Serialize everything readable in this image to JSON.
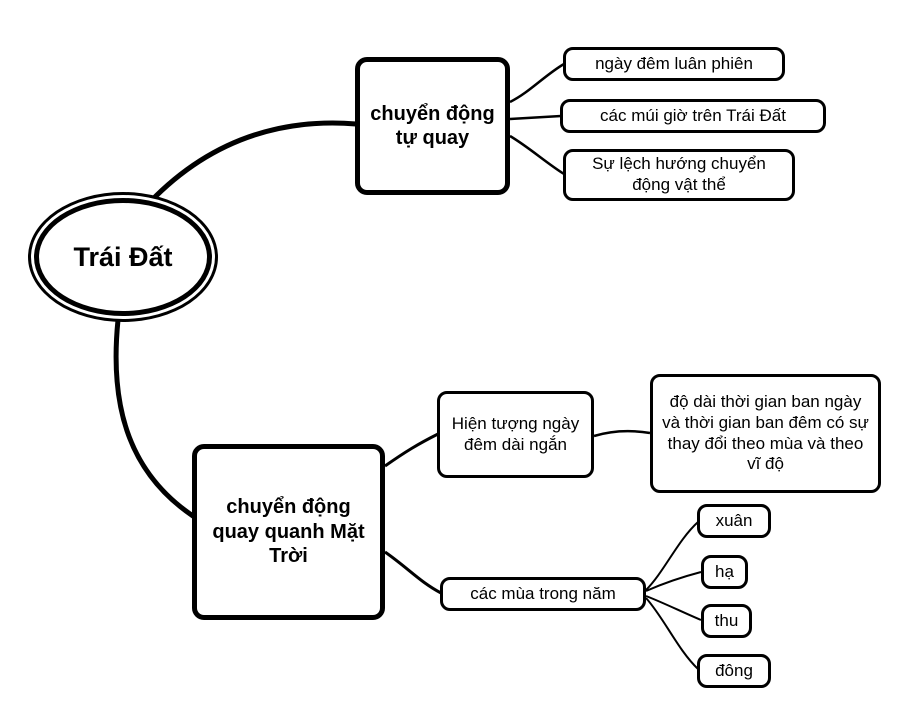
{
  "diagram": {
    "root": {
      "label": "Trái Đất"
    },
    "branches": [
      {
        "label": "chuyển động tự quay",
        "children": [
          {
            "label": "ngày đêm luân phiên"
          },
          {
            "label": "các múi giờ trên Trái Đất"
          },
          {
            "label": "Sự lệch hướng chuyển động vật thể"
          }
        ]
      },
      {
        "label": "chuyển động quay quanh Mặt Trời",
        "children": [
          {
            "label": "Hiện tượng ngày đêm dài ngắn",
            "children": [
              {
                "label": "độ dài thời gian ban ngày và thời gian ban đêm có sự thay đổi theo mùa và theo vĩ độ"
              }
            ]
          },
          {
            "label": "các mùa trong năm",
            "children": [
              {
                "label": "xuân"
              },
              {
                "label": "hạ"
              },
              {
                "label": "thu"
              },
              {
                "label": "đông"
              }
            ]
          }
        ]
      }
    ],
    "colors": {
      "line": "#000000",
      "node_border": "#000000",
      "background": "#ffffff"
    }
  }
}
